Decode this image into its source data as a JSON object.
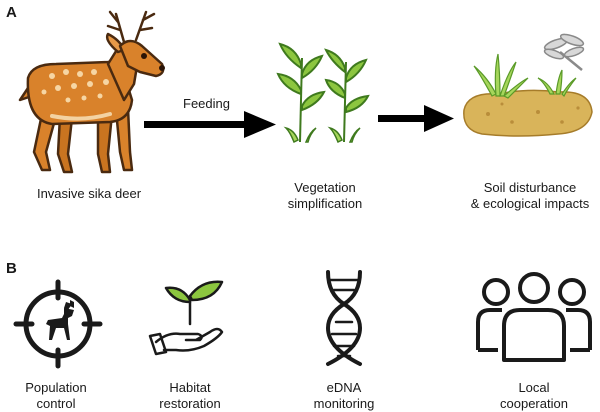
{
  "panel_a": {
    "letter": "A",
    "arrow_label": "Feeding",
    "deer_caption": "Invasive sika deer",
    "veg_caption_line1": "Vegetation",
    "veg_caption_line2": "simplification",
    "soil_caption_line1": "Soil disturbance",
    "soil_caption_line2": "& ecological impacts"
  },
  "panel_b": {
    "letter": "B",
    "items": [
      {
        "line1": "Population",
        "line2": "control",
        "icon": "deer-target-icon"
      },
      {
        "line1": "Habitat",
        "line2": "restoration",
        "icon": "hand-sprout-icon"
      },
      {
        "line1": "eDNA",
        "line2": "monitoring",
        "icon": "dna-icon"
      },
      {
        "line1": "Local",
        "line2": "cooperation",
        "icon": "people-group-icon"
      }
    ]
  },
  "colors": {
    "deer_body": "#d9822b",
    "deer_outline": "#4a2a10",
    "leaf_green": "#8cc63f",
    "soil": "#d9b45a",
    "arrow": "#000000"
  }
}
